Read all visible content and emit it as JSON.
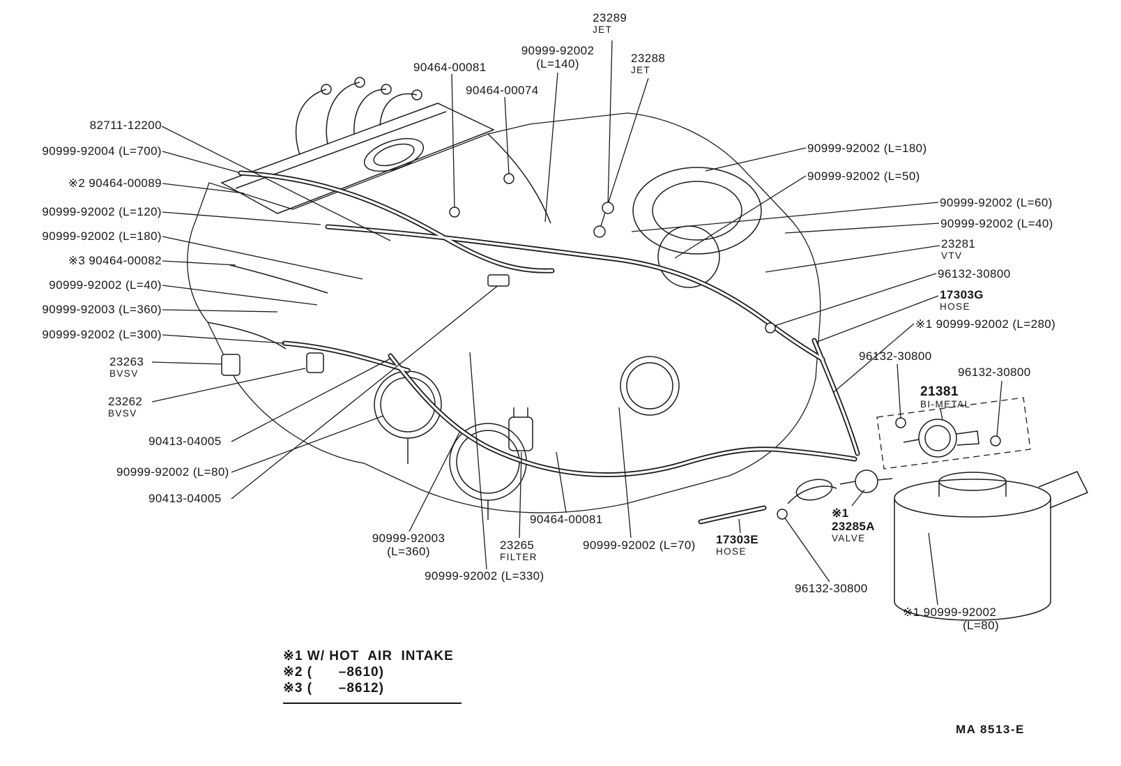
{
  "footer_code": "MA  8513-E",
  "legend": {
    "items": [
      "※1 W/ HOT  AIR  INTAKE",
      "※2 (      –8610)",
      "※3 (      –8612)"
    ]
  },
  "labels": [
    {
      "id": "jet-23289",
      "lines": [
        "23289",
        "JET"
      ]
    },
    {
      "id": "hose-90999-92002-l140",
      "lines": [
        "90999-92002",
        "(L=140)"
      ]
    },
    {
      "id": "jet-23288",
      "lines": [
        "23288",
        "JET"
      ]
    },
    {
      "id": "clamp-90464-00081-top",
      "lines": [
        "90464-00081"
      ]
    },
    {
      "id": "clamp-90464-00074",
      "lines": [
        "90464-00074"
      ]
    },
    {
      "id": "wire-82711-12200",
      "lines": [
        "82711-12200"
      ]
    },
    {
      "id": "hose-90999-92004-l700",
      "lines": [
        "90999-92004 (L=700)"
      ]
    },
    {
      "id": "clamp-90464-00089",
      "lines": [
        "※2 90464-00089"
      ]
    },
    {
      "id": "hose-90999-92002-l120",
      "lines": [
        "90999-92002 (L=120)"
      ]
    },
    {
      "id": "hose-90999-92002-l180-left",
      "lines": [
        "90999-92002 (L=180)"
      ]
    },
    {
      "id": "clamp-90464-00082",
      "lines": [
        "※3 90464-00082"
      ]
    },
    {
      "id": "hose-90999-92002-l40-left",
      "lines": [
        "90999-92002 (L=40)"
      ]
    },
    {
      "id": "hose-90999-92003-l360-left",
      "lines": [
        "90999-92003 (L=360)"
      ]
    },
    {
      "id": "hose-90999-92002-l300",
      "lines": [
        "90999-92002 (L=300)"
      ]
    },
    {
      "id": "bvsv-23263",
      "lines": [
        "23263",
        "BVSV"
      ]
    },
    {
      "id": "bvsv-23262",
      "lines": [
        "23262",
        "BVSV"
      ]
    },
    {
      "id": "valve-90413-04005-upper",
      "lines": [
        "90413-04005"
      ]
    },
    {
      "id": "hose-90999-92002-l80-left",
      "lines": [
        "90999-92002 (L=80)"
      ]
    },
    {
      "id": "valve-90413-04005-lower",
      "lines": [
        "90413-04005"
      ]
    },
    {
      "id": "hose-90999-92002-l180-right",
      "lines": [
        "90999-92002 (L=180)"
      ]
    },
    {
      "id": "hose-90999-92002-l50",
      "lines": [
        "90999-92002 (L=50)"
      ]
    },
    {
      "id": "hose-90999-92002-l60",
      "lines": [
        "90999-92002 (L=60)"
      ]
    },
    {
      "id": "hose-90999-92002-l40-right",
      "lines": [
        "90999-92002 (L=40)"
      ]
    },
    {
      "id": "vtv-23281",
      "lines": [
        "23281",
        "VTV"
      ]
    },
    {
      "id": "clamp-96132-30800-1",
      "lines": [
        "96132-30800"
      ]
    },
    {
      "id": "hose-17303g",
      "lines": [
        "17303G",
        "HOSE"
      ]
    },
    {
      "id": "hose-90999-92002-l280",
      "lines": [
        "※1 90999-92002 (L=280)"
      ]
    },
    {
      "id": "clamp-96132-30800-2",
      "lines": [
        "96132-30800"
      ]
    },
    {
      "id": "clamp-96132-30800-3",
      "lines": [
        "96132-30800"
      ]
    },
    {
      "id": "bimetal-21381",
      "lines": [
        "21381",
        "BI-METAL"
      ]
    },
    {
      "id": "clamp-90464-00081-bottom",
      "lines": [
        "90464-00081"
      ]
    },
    {
      "id": "hose-90999-92003-l360-bottom",
      "lines": [
        "90999-92003",
        "(L=360)"
      ]
    },
    {
      "id": "filter-23265",
      "lines": [
        "23265",
        "FILTER"
      ]
    },
    {
      "id": "hose-90999-92002-l70",
      "lines": [
        "90999-92002 (L=70)"
      ]
    },
    {
      "id": "hose-17303e",
      "lines": [
        "17303E",
        "HOSE"
      ]
    },
    {
      "id": "valve-23285a",
      "lines": [
        "※1",
        "23285A",
        "VALVE"
      ]
    },
    {
      "id": "hose-90999-92002-l330",
      "lines": [
        "90999-92002 (L=330)"
      ]
    },
    {
      "id": "clamp-96132-30800-4",
      "lines": [
        "96132-30800"
      ]
    },
    {
      "id": "hose-90999-92002-l80-right",
      "lines": [
        "※1 90999-92002",
        "(L=80)"
      ]
    }
  ]
}
